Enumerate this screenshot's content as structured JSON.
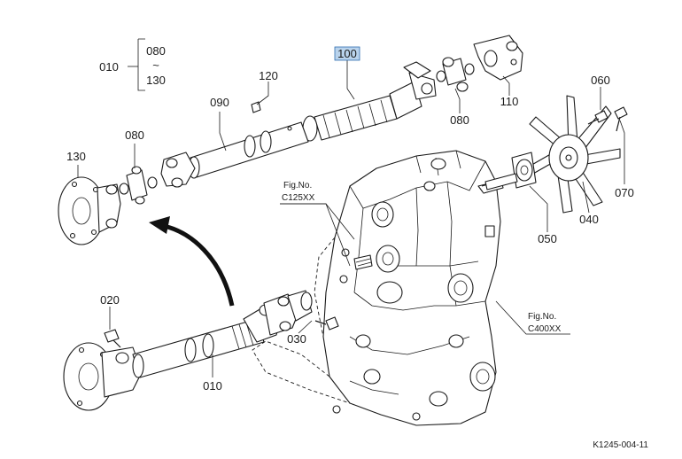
{
  "callouts": {
    "range_label": "010",
    "range_start": "080",
    "range_tilde": "~",
    "range_end": "130",
    "p100": "100",
    "p120": "120",
    "p090": "090",
    "p080_top": "080",
    "p110": "110",
    "p060": "060",
    "p070": "070",
    "p040": "040",
    "p050": "050",
    "p130": "130",
    "p080_left": "080",
    "p020": "020",
    "p030": "030",
    "p010": "010"
  },
  "figure_refs": {
    "c125_label": "Fig.No.",
    "c125_code": "C125XX",
    "c400_label": "Fig.No.",
    "c400_code": "C400XX"
  },
  "diagram_code": "K1245-004-11",
  "selected_callout": "100",
  "highlight_color": "#b9d3ec"
}
